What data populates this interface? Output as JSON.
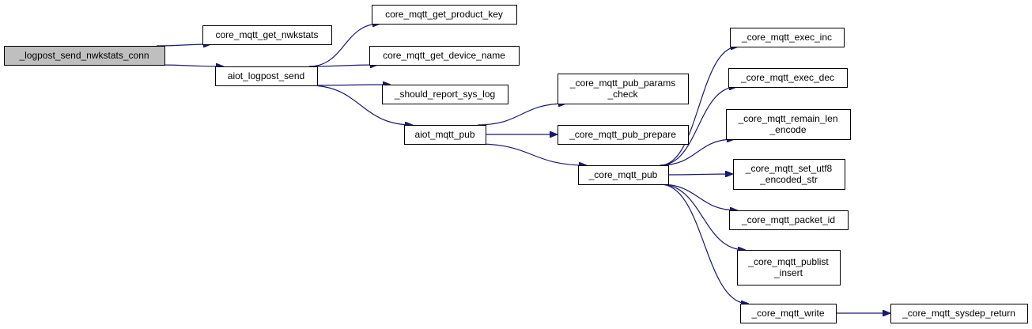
{
  "graph": {
    "type": "call-graph",
    "colors": {
      "edge": "#191970",
      "root_fill": "#bfbfbf",
      "node_fill": "#ffffff",
      "node_stroke": "#000000"
    },
    "nodes": [
      {
        "id": "logpost_send_nwkstats_conn",
        "lines": [
          "_logpost_send_nwkstats_conn"
        ],
        "root": true
      },
      {
        "id": "core_mqtt_get_nwkstats",
        "lines": [
          "core_mqtt_get_nwkstats"
        ]
      },
      {
        "id": "aiot_logpost_send",
        "lines": [
          "aiot_logpost_send"
        ]
      },
      {
        "id": "core_mqtt_get_product_key",
        "lines": [
          "core_mqtt_get_product_key"
        ]
      },
      {
        "id": "core_mqtt_get_device_name",
        "lines": [
          "core_mqtt_get_device_name"
        ]
      },
      {
        "id": "should_report_sys_log",
        "lines": [
          "_should_report_sys_log"
        ]
      },
      {
        "id": "aiot_mqtt_pub",
        "lines": [
          "aiot_mqtt_pub"
        ]
      },
      {
        "id": "core_mqtt_pub_params_check",
        "lines": [
          "_core_mqtt_pub_params",
          "_check"
        ]
      },
      {
        "id": "core_mqtt_pub_prepare",
        "lines": [
          "_core_mqtt_pub_prepare"
        ]
      },
      {
        "id": "core_mqtt_pub",
        "lines": [
          "_core_mqtt_pub"
        ]
      },
      {
        "id": "core_mqtt_exec_inc",
        "lines": [
          "_core_mqtt_exec_inc"
        ]
      },
      {
        "id": "core_mqtt_exec_dec",
        "lines": [
          "_core_mqtt_exec_dec"
        ]
      },
      {
        "id": "core_mqtt_remain_len_encode",
        "lines": [
          "_core_mqtt_remain_len",
          "_encode"
        ]
      },
      {
        "id": "core_mqtt_set_utf8_encoded_str",
        "lines": [
          "_core_mqtt_set_utf8",
          "_encoded_str"
        ]
      },
      {
        "id": "core_mqtt_packet_id",
        "lines": [
          "_core_mqtt_packet_id"
        ]
      },
      {
        "id": "core_mqtt_publist_insert",
        "lines": [
          "_core_mqtt_publist",
          "_insert"
        ]
      },
      {
        "id": "core_mqtt_write",
        "lines": [
          "_core_mqtt_write"
        ]
      },
      {
        "id": "core_mqtt_sysdep_return",
        "lines": [
          "_core_mqtt_sysdep_return"
        ]
      }
    ],
    "edges": [
      [
        "logpost_send_nwkstats_conn",
        "core_mqtt_get_nwkstats"
      ],
      [
        "logpost_send_nwkstats_conn",
        "aiot_logpost_send"
      ],
      [
        "aiot_logpost_send",
        "core_mqtt_get_product_key"
      ],
      [
        "aiot_logpost_send",
        "core_mqtt_get_device_name"
      ],
      [
        "aiot_logpost_send",
        "should_report_sys_log"
      ],
      [
        "aiot_logpost_send",
        "aiot_mqtt_pub"
      ],
      [
        "aiot_mqtt_pub",
        "core_mqtt_pub_params_check"
      ],
      [
        "aiot_mqtt_pub",
        "core_mqtt_pub_prepare"
      ],
      [
        "aiot_mqtt_pub",
        "core_mqtt_pub"
      ],
      [
        "core_mqtt_pub",
        "core_mqtt_exec_inc"
      ],
      [
        "core_mqtt_pub",
        "core_mqtt_exec_dec"
      ],
      [
        "core_mqtt_pub",
        "core_mqtt_remain_len_encode"
      ],
      [
        "core_mqtt_pub",
        "core_mqtt_set_utf8_encoded_str"
      ],
      [
        "core_mqtt_pub",
        "core_mqtt_packet_id"
      ],
      [
        "core_mqtt_pub",
        "core_mqtt_publist_insert"
      ],
      [
        "core_mqtt_pub",
        "core_mqtt_write"
      ],
      [
        "core_mqtt_write",
        "core_mqtt_sysdep_return"
      ]
    ]
  }
}
